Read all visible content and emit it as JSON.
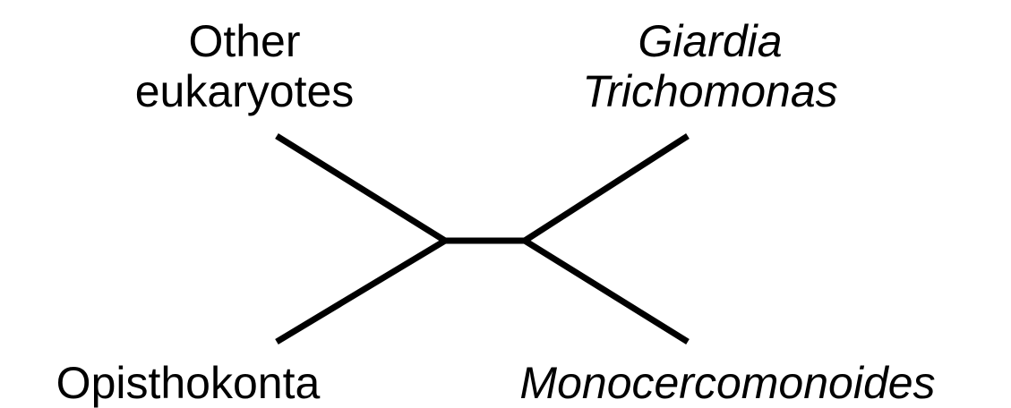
{
  "tree": {
    "line_color": "#000000",
    "taxa": {
      "top_left": {
        "lines": [
          "Other",
          "eukaryotes"
        ],
        "italic": false
      },
      "top_right": {
        "lines": [
          "Giardia",
          "Trichomonas"
        ],
        "italic": true
      },
      "bottom_left": {
        "lines": [
          "Opisthokonta"
        ],
        "italic": false
      },
      "bottom_right": {
        "lines": [
          "Monocercomonoides"
        ],
        "italic": true
      }
    }
  }
}
